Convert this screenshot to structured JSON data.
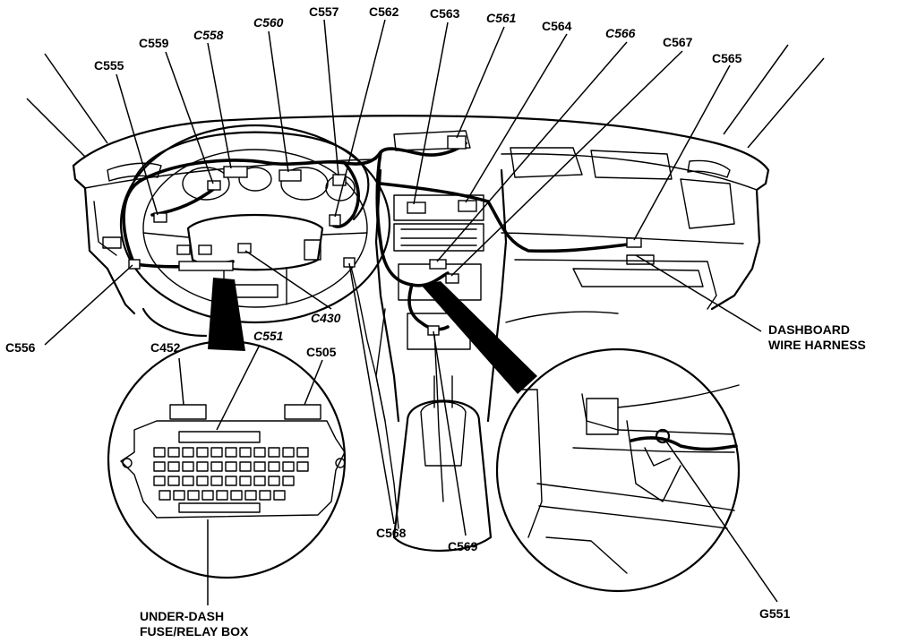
{
  "labels": {
    "c555": "C555",
    "c559": "C559",
    "c558": "C558",
    "c560": "C560",
    "c557": "C557",
    "c562": "C562",
    "c563": "C563",
    "c561": "C561",
    "c564": "C564",
    "c566": "C566",
    "c567": "C567",
    "c565": "C565",
    "c556": "C556",
    "c430": "C430",
    "c452": "C452",
    "c551": "C551",
    "c505": "C505",
    "c568": "C568",
    "c569": "C569",
    "g551": "G551",
    "dashboard_harness_line1": "DASHBOARD",
    "dashboard_harness_line2": "WIRE HARNESS",
    "fuse_box_line1": "UNDER-DASH",
    "fuse_box_line2": "FUSE/RELAY BOX"
  }
}
